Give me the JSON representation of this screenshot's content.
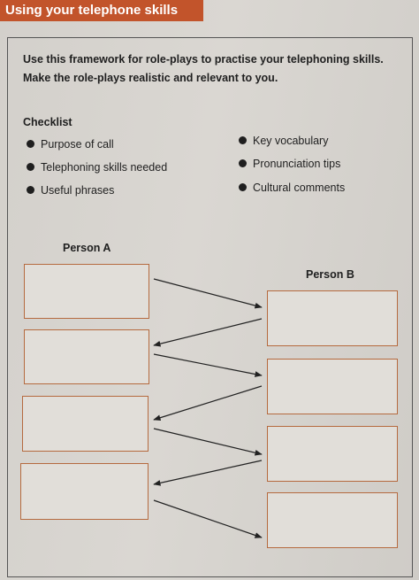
{
  "header": {
    "title": "Using your telephone skills"
  },
  "intro": {
    "line1": "Use this framework for role-plays to practise your telephoning skills.",
    "line2": "Make the role-plays realistic and relevant to you."
  },
  "checklist": {
    "heading": "Checklist",
    "left_items": [
      "Purpose of call",
      "Telephoning skills needed",
      "Useful  phrases"
    ],
    "right_items": [
      "Key vocabulary",
      "Pronunciation tips",
      "Cultural comments"
    ]
  },
  "persons": {
    "a": "Person A",
    "b": "Person B"
  },
  "colors": {
    "title_bar": "#c2542b",
    "box_border": "#b56a3f"
  }
}
